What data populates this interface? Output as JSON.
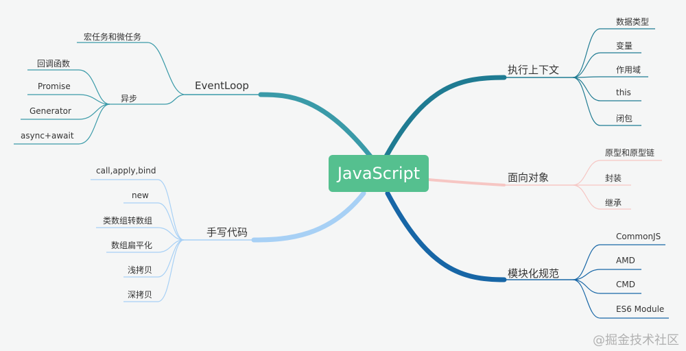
{
  "root": {
    "label": "JavaScript"
  },
  "colors": {
    "root": "#55c08f",
    "teal": "#3a9aa8",
    "darkTeal": "#1f7b92",
    "blue": "#1766a6",
    "lightBlue": "#a7d0f5",
    "pink": "#f6c6c3"
  },
  "branches": {
    "eventloop": {
      "label": "EventLoop",
      "children": {
        "macro": "宏任务和微任务",
        "async": "异步"
      },
      "async_children": [
        "回调函数",
        "Promise",
        "Generator",
        "async+await"
      ]
    },
    "handwritten": {
      "label": "手写代码",
      "children": [
        "call,apply,bind",
        "new",
        "类数组转数组",
        "数组扁平化",
        "浅拷贝",
        "深拷贝"
      ]
    },
    "context": {
      "label": "执行上下文",
      "children": [
        "数据类型",
        "变量",
        "作用域",
        "this",
        "闭包"
      ]
    },
    "oop": {
      "label": "面向对象",
      "children": [
        "原型和原型链",
        "封装",
        "继承"
      ]
    },
    "modules": {
      "label": "模块化规范",
      "children": [
        "CommonJS",
        "AMD",
        "CMD",
        "ES6 Module"
      ]
    }
  },
  "watermark": "@掘金技术社区"
}
